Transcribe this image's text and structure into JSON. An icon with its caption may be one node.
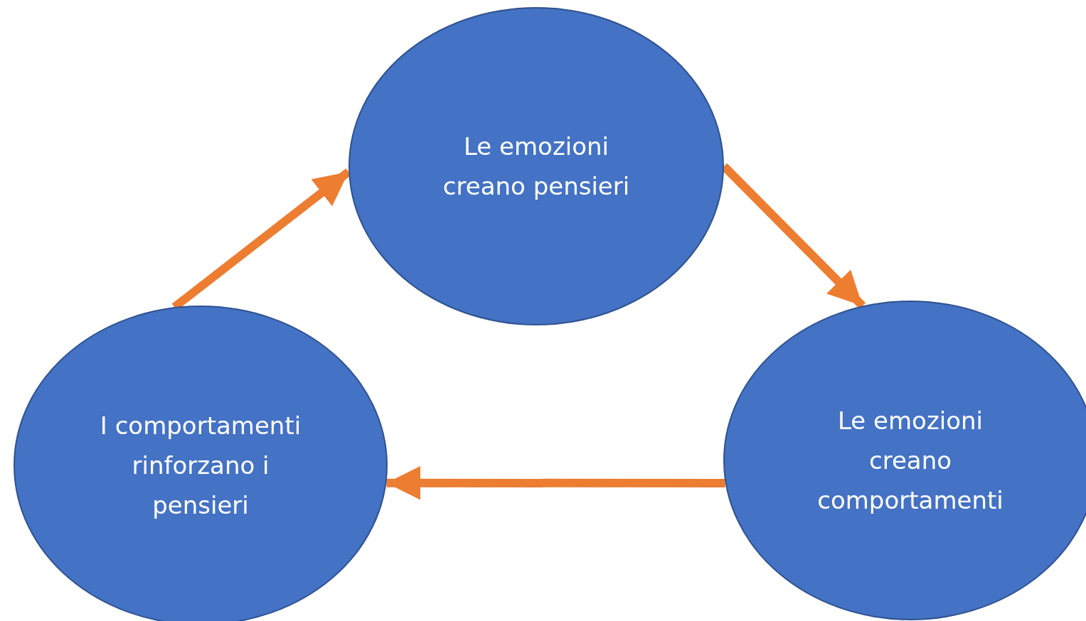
{
  "diagram": {
    "nodes": [
      {
        "text": [
          "Le emozioni creano pensieri"
        ]
      },
      {
        "text": [
          "Le emozioni creano comportamenti"
        ]
      },
      {
        "text": [
          "I comportamenti rinforzano i pensieri"
        ]
      }
    ],
    "edges": [
      {
        "from": 0,
        "to": 1,
        "arrow": "to"
      },
      {
        "from": 1,
        "to": 2,
        "arrow": "to"
      },
      {
        "from": 2,
        "to": 0,
        "arrow": "to"
      }
    ]
  }
}
